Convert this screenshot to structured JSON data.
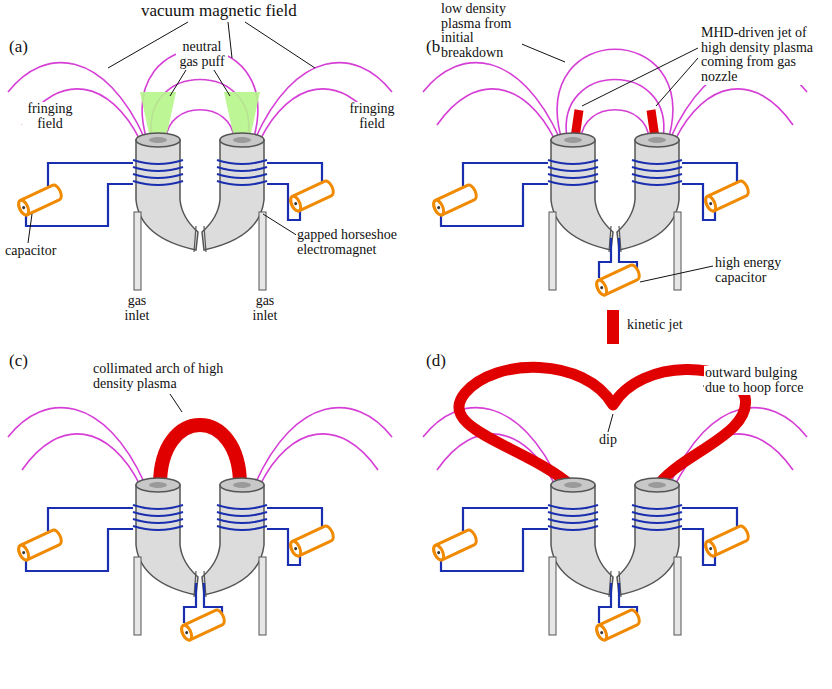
{
  "diagram": {
    "labels": [
      "vacuum magnetic field",
      "(a)",
      "fringing field",
      "fringing field",
      "neutral gas puff",
      "capacitor",
      "gapped horseshoe electromagnet",
      "gas inlet",
      "gas inlet",
      "(b)",
      "low density plasma from initial breakdown",
      "MHD-driven jet of high density plasma coming from gas nozzle",
      "high energy capacitor",
      "(c)",
      "collimated arch of high density plasma",
      "(d)",
      "kinetic jet",
      "outward bulging due to hoop force",
      "dip"
    ]
  }
}
